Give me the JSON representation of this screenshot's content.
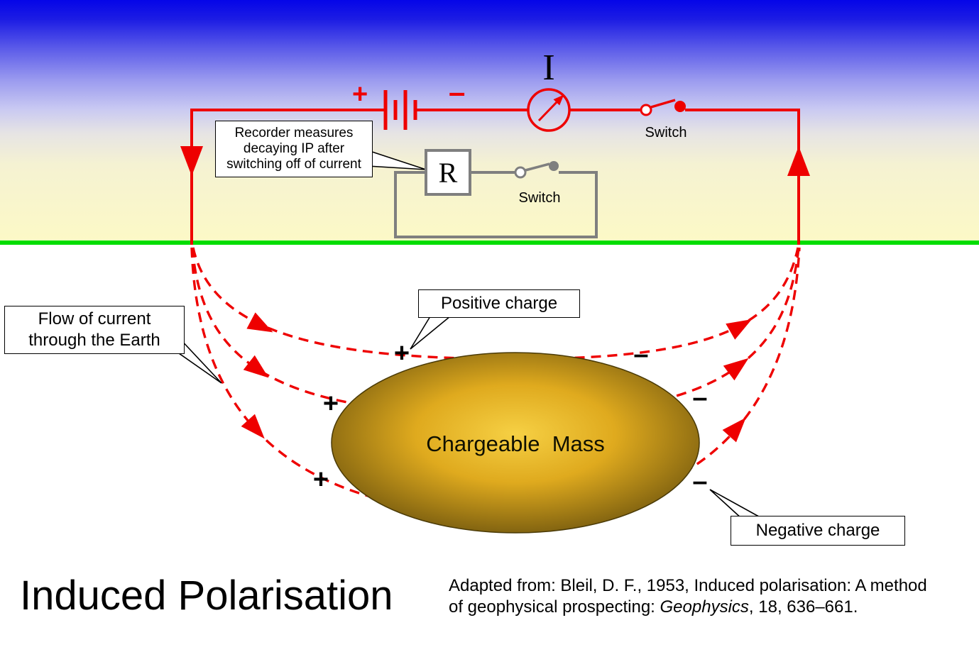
{
  "title": "Induced Polarisation",
  "citation": {
    "line1": "Adapted from: Bleil, D. F., 1953, Induced polarisation: A method",
    "line2_prefix": "of geophysical prospecting: ",
    "line2_journal": "Geophysics",
    "line2_suffix": ", 18, 636–661."
  },
  "circuit": {
    "ammeter_label": "I",
    "battery_plus": "+",
    "battery_minus": "–",
    "recorder_label": "R",
    "top_switch_label": "Switch",
    "recorder_switch_label": "Switch"
  },
  "callouts": {
    "recorder": {
      "line1": "Recorder measures",
      "line2": "decaying IP after",
      "line3": "switching off of current"
    },
    "flow": {
      "line1": "Flow of current",
      "line2": "through the Earth"
    },
    "positive": "Positive charge",
    "negative": "Negative charge"
  },
  "mass_label": "Chargeable  Mass",
  "charges": {
    "plus": [
      "+",
      "+",
      "+"
    ],
    "minus": [
      "–",
      "–",
      "–"
    ]
  },
  "colors": {
    "wire_red": "#ee0000",
    "recorder_gray": "#7f7f7f",
    "ground_green": "#00dd00",
    "sky_top": "#0505e8",
    "sky_bottom": "#fcf9c6",
    "mass_center": "#f6d044",
    "mass_edge": "#57430a"
  }
}
